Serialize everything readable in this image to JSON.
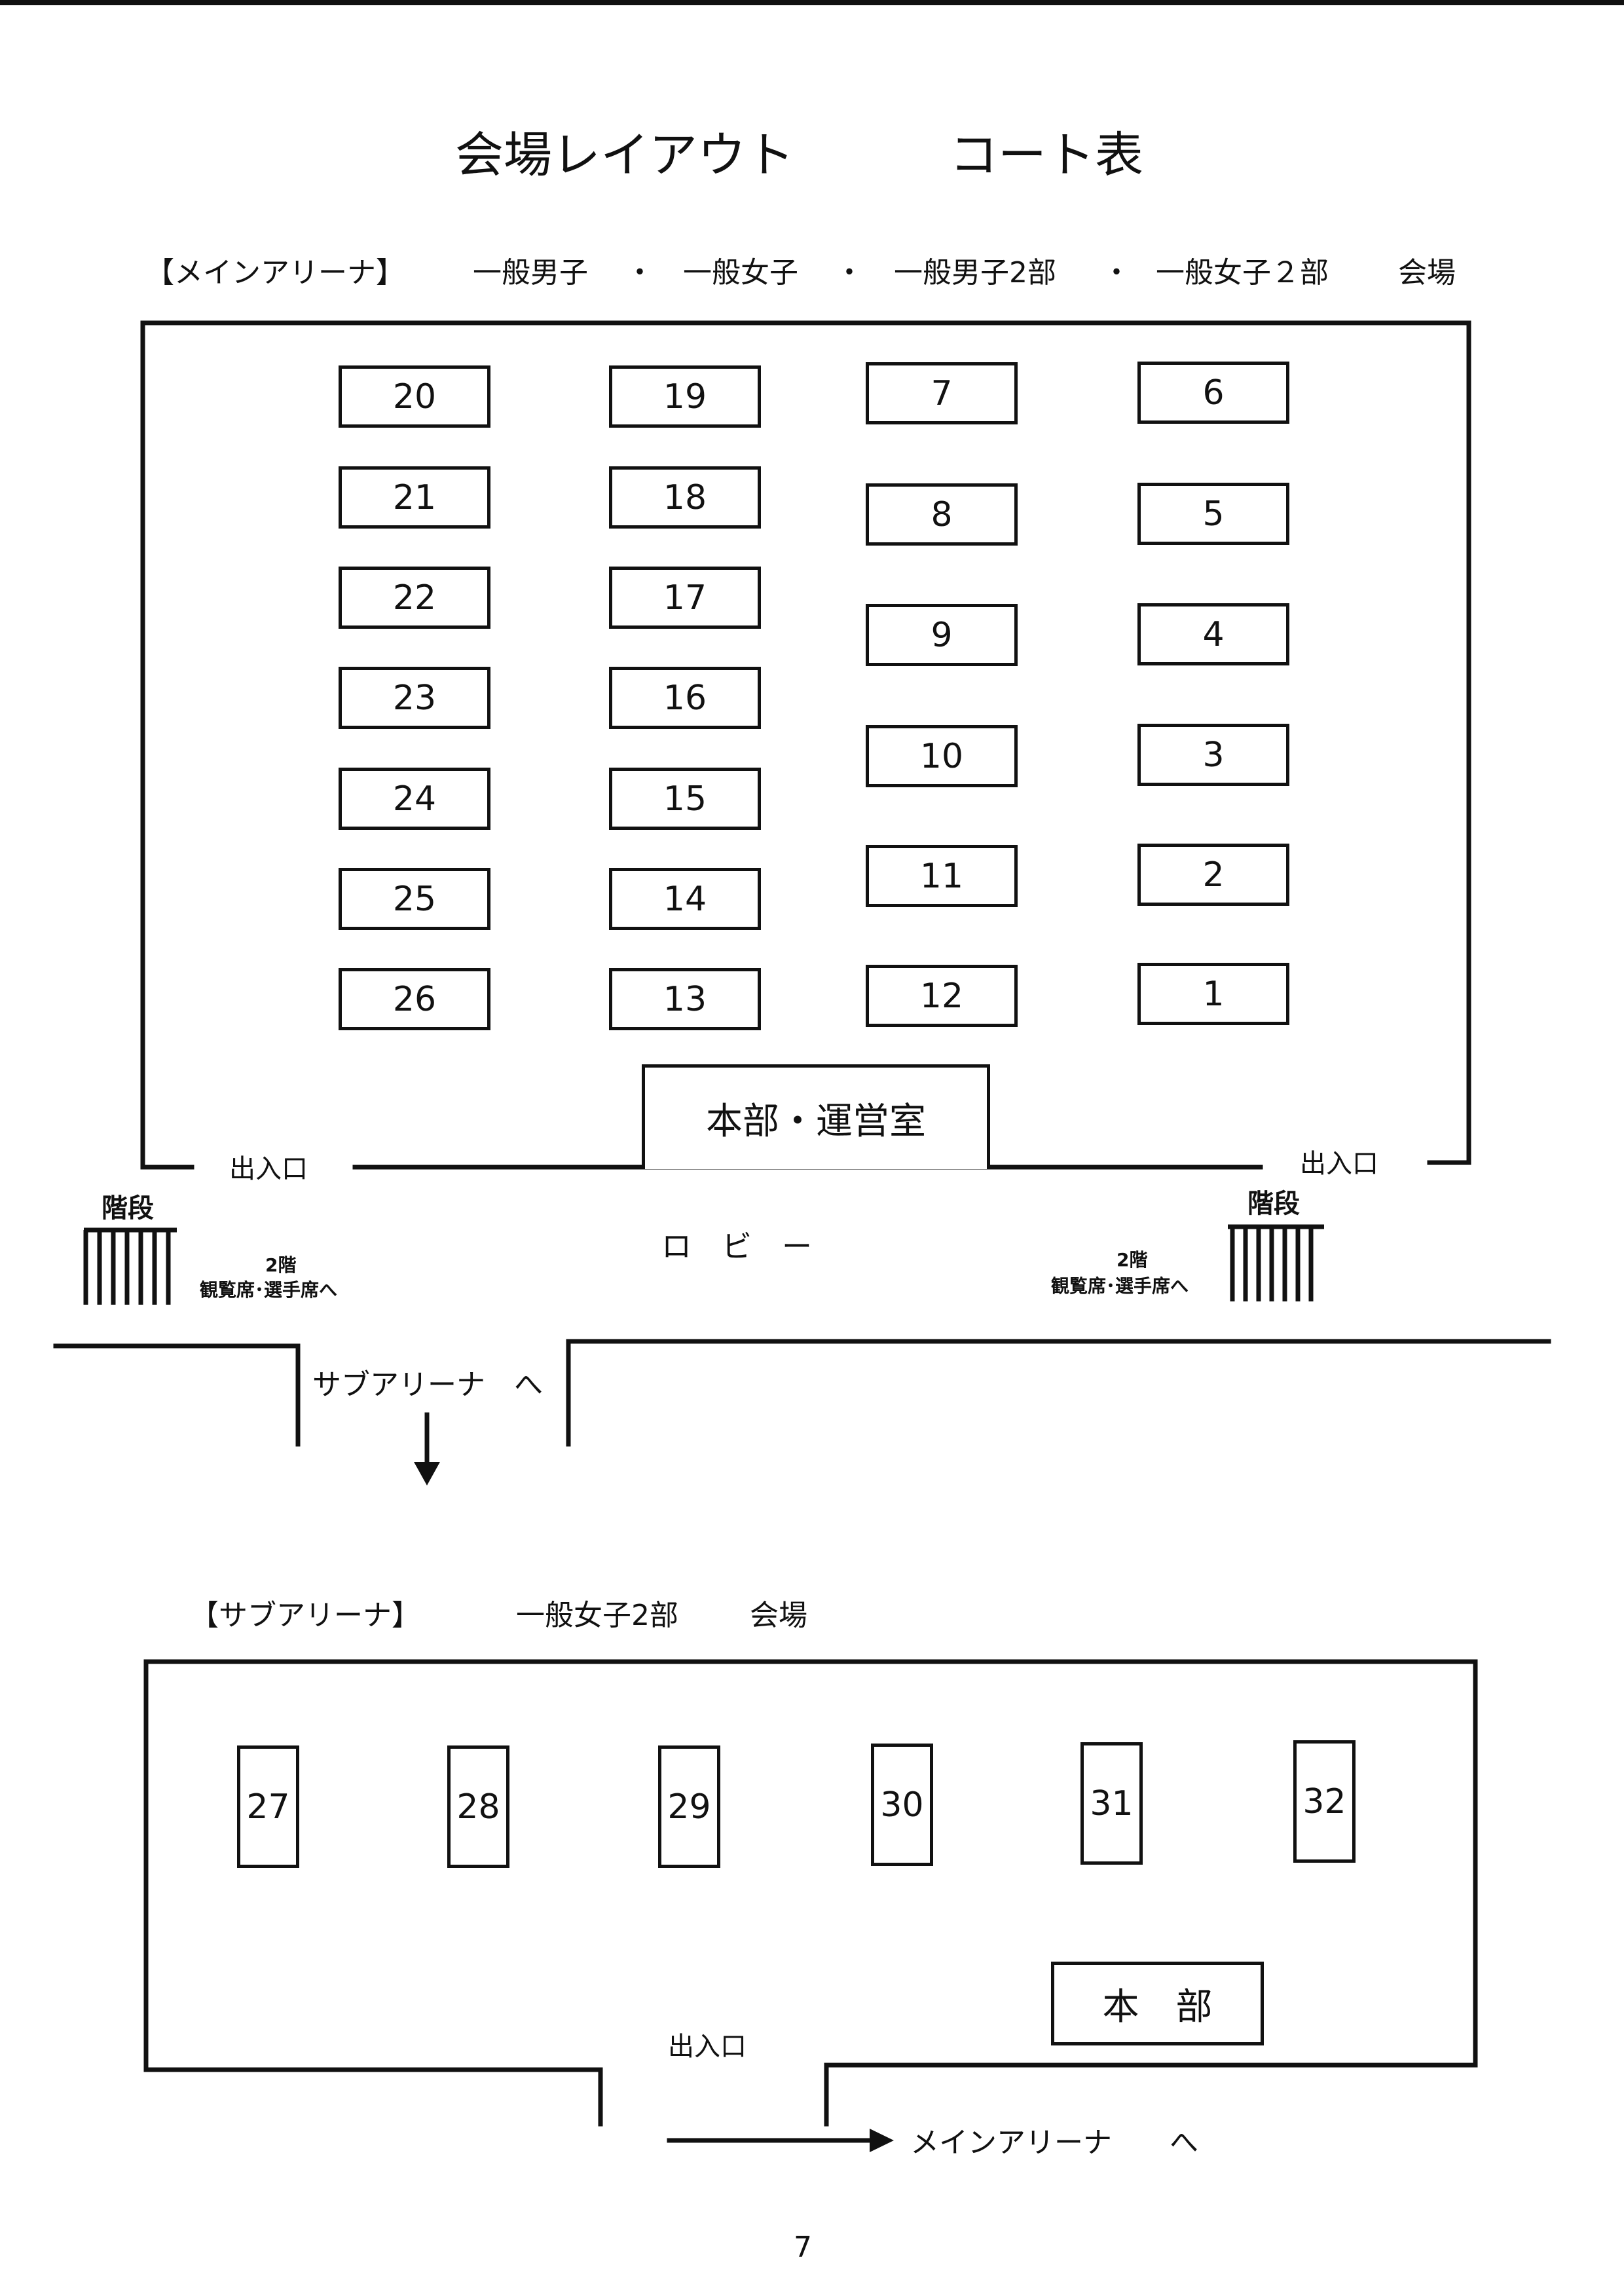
{
  "title": {
    "layout": "会場レイアウト",
    "court_table": "コート表"
  },
  "main_arena": {
    "label": "【メインアリーナ】",
    "divisions": [
      "一般男子",
      "・",
      "一般女子",
      "・",
      "一般男子2部",
      "・",
      "一般女子２部"
    ],
    "venue_word": "会場",
    "courts": [
      "1",
      "2",
      "3",
      "4",
      "5",
      "6",
      "7",
      "8",
      "9",
      "10",
      "11",
      "12",
      "13",
      "14",
      "15",
      "16",
      "17",
      "18",
      "19",
      "20",
      "21",
      "22",
      "23",
      "24",
      "25",
      "26"
    ],
    "hq_label": "本部・運営室",
    "entrance_left": "出入口",
    "entrance_right": "出入口"
  },
  "lobby": {
    "label": "ロ　ビ　ー",
    "stairs_left": {
      "title": "階段",
      "floor": "2階",
      "desc": "観覧席･選手席へ"
    },
    "stairs_right": {
      "title": "階段",
      "floor": "2階",
      "desc": "観覧席･選手席へ"
    },
    "to_sub_arena": "サブアリーナ　へ"
  },
  "sub_arena": {
    "label": "【サブアリーナ】",
    "division": "一般女子2部",
    "venue_word": "会場",
    "courts": [
      "27",
      "28",
      "29",
      "30",
      "31",
      "32"
    ],
    "hq_label": "本　部",
    "entrance": "出入口",
    "to_main_arena": "メインアリーナ　　へ"
  },
  "page_number": "7"
}
